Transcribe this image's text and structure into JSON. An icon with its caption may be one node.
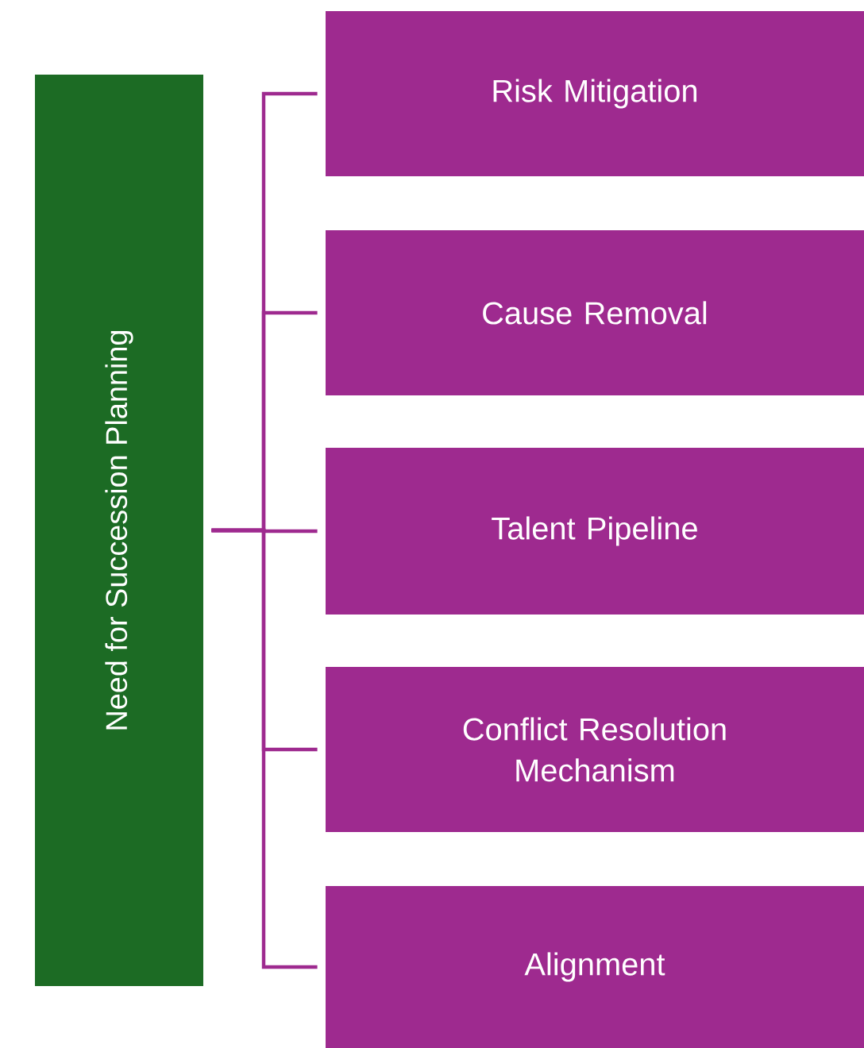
{
  "diagram": {
    "nodes": [
      {
        "text": [
          "Need for Succession Planning"
        ]
      },
      {
        "text": [
          "Risk Mitigation"
        ]
      },
      {
        "text": [
          "Cause Removal"
        ]
      },
      {
        "text": [
          "Talent Pipeline"
        ]
      },
      {
        "text": [
          "Conflict Resolution Mechanism"
        ]
      },
      {
        "text": [
          "Alignment"
        ]
      }
    ],
    "edges": [
      {
        "from": 0,
        "to": 1,
        "arrow": "none"
      },
      {
        "from": 0,
        "to": 2,
        "arrow": "none"
      },
      {
        "from": 0,
        "to": 3,
        "arrow": "none"
      },
      {
        "from": 0,
        "to": 4,
        "arrow": "none"
      },
      {
        "from": 0,
        "to": 5,
        "arrow": "none"
      }
    ]
  }
}
